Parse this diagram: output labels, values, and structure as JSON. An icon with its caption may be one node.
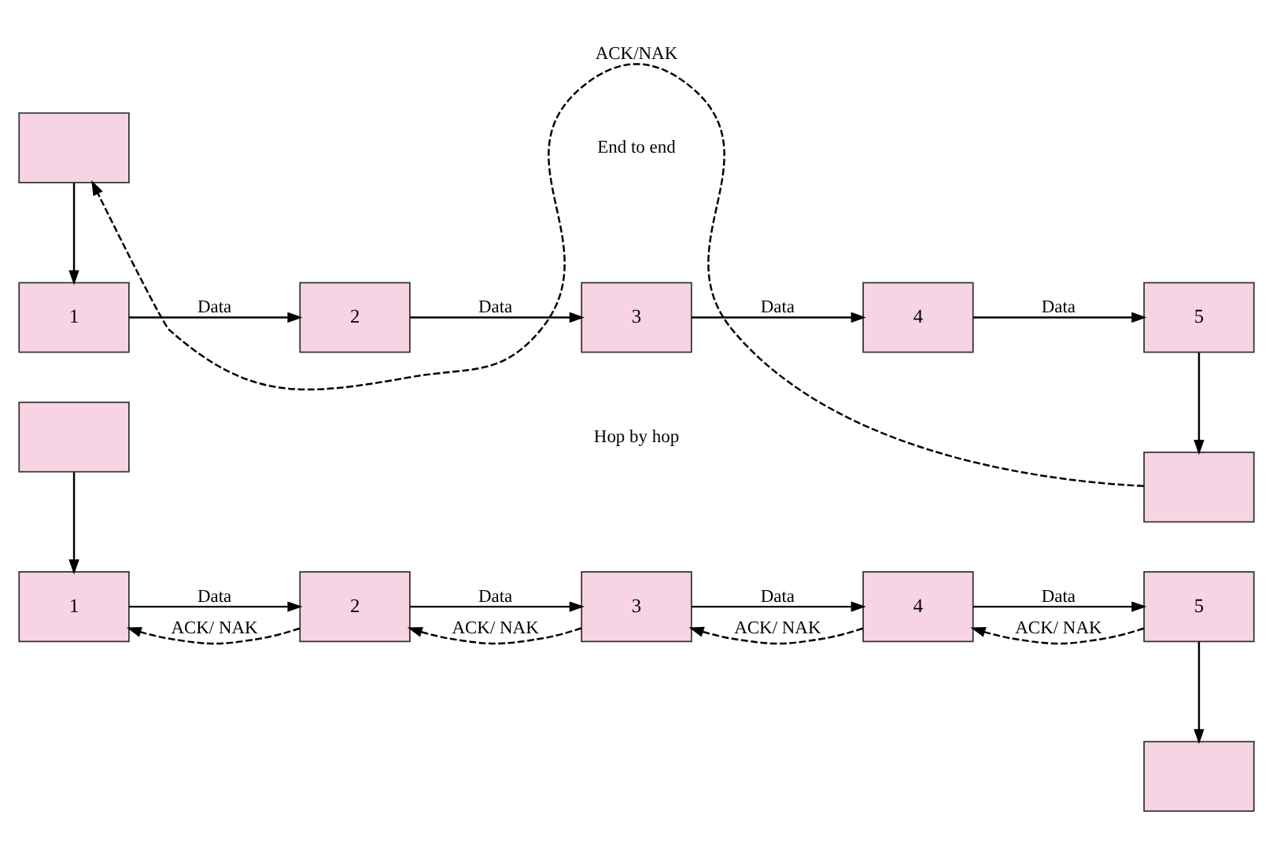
{
  "diagram": {
    "nodes": [
      {
        "text": [],
        "shape": "box"
      },
      {
        "text": [],
        "shape": "box"
      },
      {
        "text": [
          "1"
        ]
      },
      {
        "text": [
          "2"
        ]
      },
      {
        "text": [
          "3"
        ]
      },
      {
        "text": [
          "4"
        ]
      },
      {
        "text": [
          "5"
        ]
      },
      {
        "text": [],
        "shape": "box"
      },
      {
        "text": [],
        "shape": "box"
      },
      {
        "text": [
          "1"
        ]
      },
      {
        "text": [
          "2"
        ]
      },
      {
        "text": [
          "3"
        ]
      },
      {
        "text": [
          "4"
        ]
      },
      {
        "text": [
          "5"
        ]
      }
    ],
    "edges": [
      {
        "from": 0,
        "to": 2,
        "arrow": "to"
      },
      {
        "from": 2,
        "to": 3,
        "arrow": "to",
        "label": "Data"
      },
      {
        "from": 3,
        "to": 4,
        "arrow": "to",
        "label": "Data"
      },
      {
        "from": 4,
        "to": 5,
        "arrow": "to",
        "label": "Data"
      },
      {
        "from": 5,
        "to": 6,
        "arrow": "to",
        "label": "Data"
      },
      {
        "from": 6,
        "to": 1,
        "arrow": "to"
      },
      {
        "from": 1,
        "to": 0,
        "arrow": "to",
        "label": "ACK/NAK",
        "style": "dashed"
      },
      {
        "from": 7,
        "to": 9,
        "arrow": "to"
      },
      {
        "from": 9,
        "to": 10,
        "arrow": "to",
        "label": "Data"
      },
      {
        "from": 10,
        "to": 9,
        "arrow": "to",
        "label": "ACK/ NAK",
        "style": "dashed"
      },
      {
        "from": 10,
        "to": 11,
        "arrow": "to",
        "label": "Data"
      },
      {
        "from": 11,
        "to": 10,
        "arrow": "to",
        "label": "ACK/ NAK",
        "style": "dashed"
      },
      {
        "from": 11,
        "to": 12,
        "arrow": "to",
        "label": "Data"
      },
      {
        "from": 12,
        "to": 11,
        "arrow": "to",
        "label": "ACK/ NAK",
        "style": "dashed"
      },
      {
        "from": 12,
        "to": 13,
        "arrow": "to",
        "label": "Data"
      },
      {
        "from": 13,
        "to": 12,
        "arrow": "to",
        "label": "ACK/ NAK",
        "style": "dashed"
      },
      {
        "from": 13,
        "to": 8,
        "arrow": "to"
      }
    ],
    "labels": [
      "End to end",
      "Hop by hop"
    ]
  }
}
